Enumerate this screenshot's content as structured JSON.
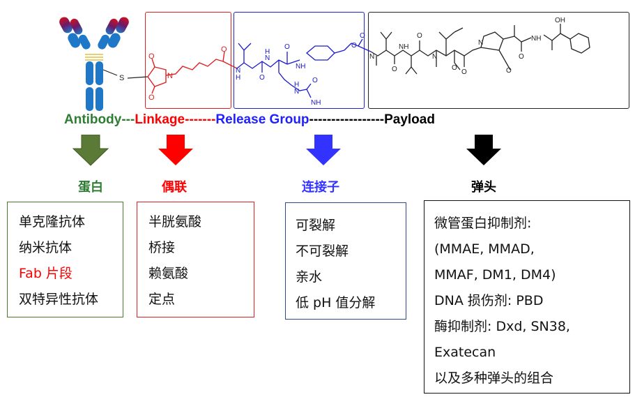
{
  "top_bar": {
    "antibody": "Antibody",
    "sep1": "---",
    "linkage": "Linkage",
    "sep2": "-------",
    "release_group": "Release Group",
    "sep3": "-----------------",
    "payload": "Payload"
  },
  "molecule_atoms": {
    "s": "S",
    "o": "O",
    "n": "N",
    "h": "H",
    "nh": "NH",
    "oh": "OH",
    "nh2": "NH"
  },
  "categories": {
    "protein": "蛋白",
    "coupling": "偶联",
    "linker": "连接子",
    "warhead": "弹头"
  },
  "boxes": {
    "protein": [
      "单克隆抗体",
      "纳米抗体",
      "Fab 片段",
      "双特异性抗体"
    ],
    "coupling": [
      "半胱氨酸",
      "桥接",
      "赖氨酸",
      "定点"
    ],
    "linker": [
      "可裂解",
      "不可裂解",
      "亲水",
      "低 pH 值分解"
    ],
    "warhead": [
      "微管蛋白抑制剂:",
      "(MMAE, MMAD,",
      "MMAF, DM1, DM4)",
      "DNA 损伤剂: PBD",
      "酶抑制剂: Dxd, SN38,",
      "Exatecan",
      "以及多种弹头的组合"
    ]
  },
  "colors": {
    "green": "#2e7d32",
    "red": "#ff0000",
    "blue": "#3333ff",
    "black": "#000000",
    "antibody_blue": "#1f77c8",
    "protein_border": "#4a7a2a",
    "coupling_border": "#e02020",
    "linker_border": "#2a4a8a",
    "arrow_green": "#5a7a35",
    "release_blue": "#1a1acc"
  },
  "icons": [
    "antibody-icon",
    "down-arrow-icon",
    "benzene-ring-icon"
  ]
}
